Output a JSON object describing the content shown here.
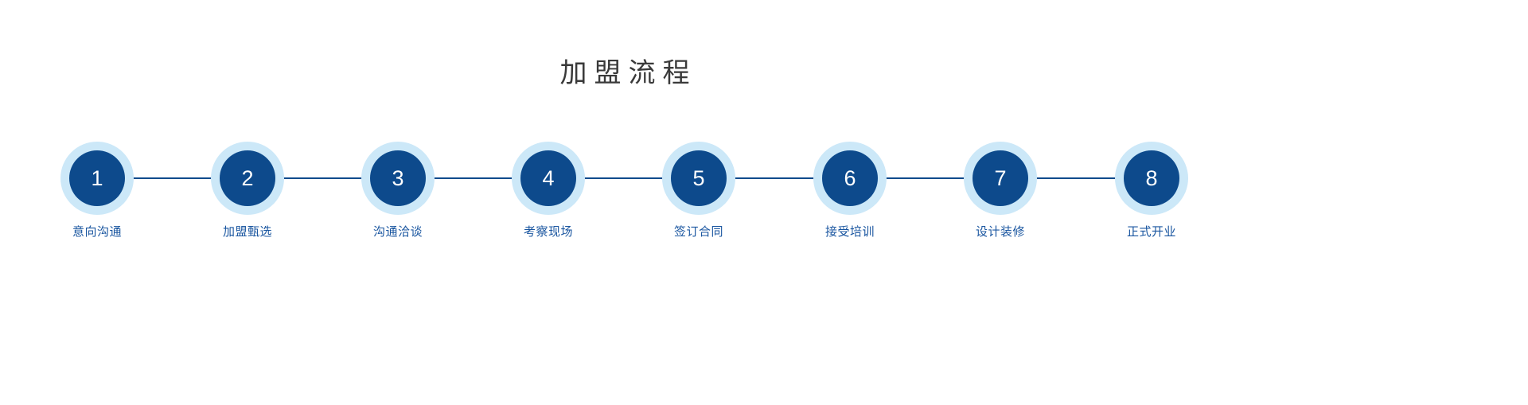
{
  "slide": {
    "title": "加盟流程",
    "background_color": "#ffffff",
    "title_color": "#3a3a3a"
  },
  "theme": {
    "node_fill": "#0d4a8c",
    "node_halo": "#cce8f8",
    "connector_color": "#0d4a8c",
    "label_color": "#1a56a0",
    "number_color": "#ffffff"
  },
  "flow": {
    "type": "horizontal-step-flow",
    "step_count": 8,
    "steps": [
      {
        "number": "1",
        "label": "意向沟通"
      },
      {
        "number": "2",
        "label": "加盟甄选"
      },
      {
        "number": "3",
        "label": "沟通洽谈"
      },
      {
        "number": "4",
        "label": "考察现场"
      },
      {
        "number": "5",
        "label": "签订合同"
      },
      {
        "number": "6",
        "label": "接受培训"
      },
      {
        "number": "7",
        "label": "设计装修"
      },
      {
        "number": "8",
        "label": "正式开业"
      }
    ]
  }
}
